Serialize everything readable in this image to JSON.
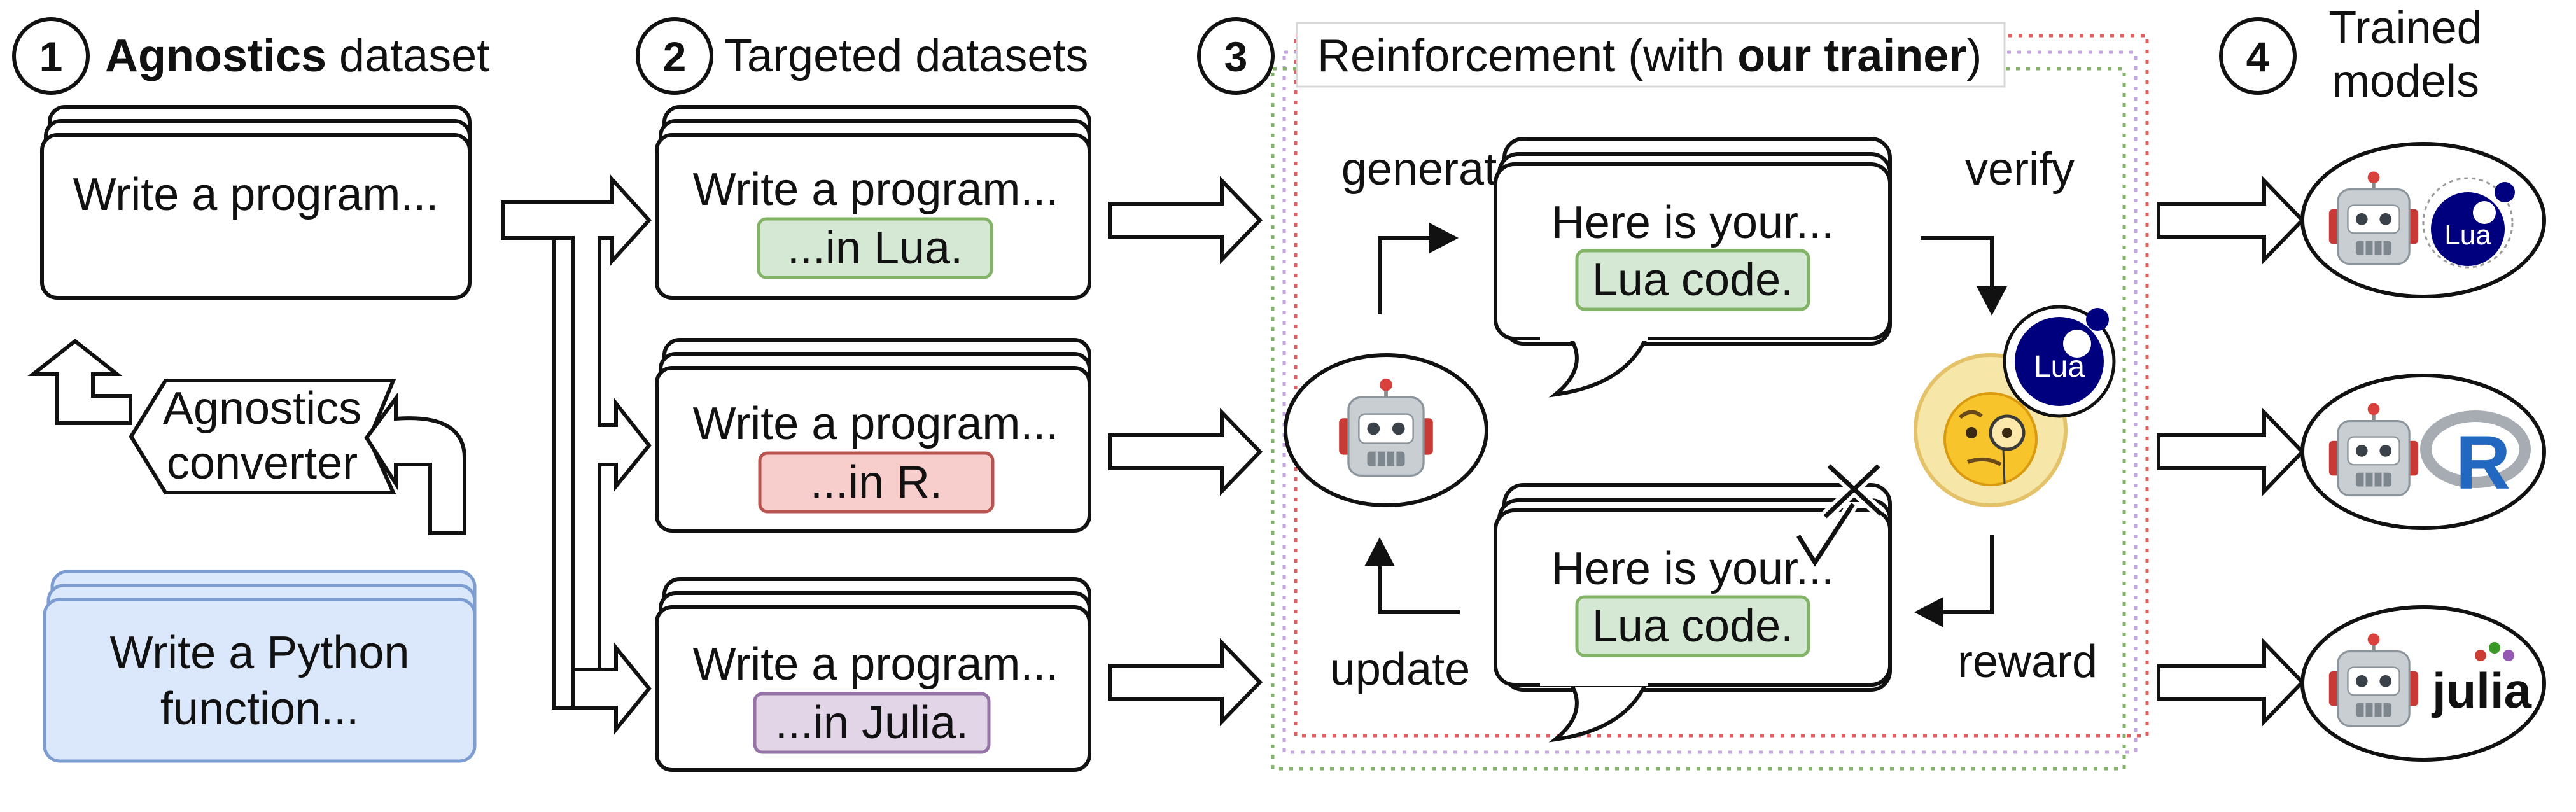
{
  "steps": [
    {
      "num": "1",
      "bold": "Agnostics",
      "rest": " dataset"
    },
    {
      "num": "2",
      "label": "Targeted datasets"
    },
    {
      "num": "3",
      "pre": "Reinforcement (with ",
      "bold": "our trainer",
      "post": ")"
    },
    {
      "num": "4",
      "line1": "Trained",
      "line2": "models"
    }
  ],
  "agnostics_card": {
    "text": "Write a program..."
  },
  "converter": {
    "line1": "Agnostics",
    "line2": "converter"
  },
  "python_card": {
    "line1": "Write a Python",
    "line2": "function..."
  },
  "targeted": [
    {
      "text": "Write a program...",
      "tag": "...in Lua.",
      "tag_fill": "#d5e8d4",
      "tag_stroke": "#82b366"
    },
    {
      "text": "Write a program...",
      "tag": "...in R.",
      "tag_fill": "#f8cecc",
      "tag_stroke": "#b85450"
    },
    {
      "text": "Write a program...",
      "tag": "...in Julia.",
      "tag_fill": "#e1d5e7",
      "tag_stroke": "#9673a6"
    }
  ],
  "loop": {
    "generate": "generate",
    "verify": "verify",
    "update": "update",
    "reward": "reward",
    "bubble_top": {
      "line1": "Here is your...",
      "code": "Lua code."
    },
    "bubble_bottom": {
      "line1": "Here is your...",
      "code": "Lua code."
    },
    "verifier_badge": "Lua",
    "check_marks": "✓ ✗"
  },
  "models": [
    {
      "logo": "Lua",
      "icon": "robot-icon"
    },
    {
      "logo": "R",
      "icon": "robot-icon"
    },
    {
      "logo": "julia",
      "icon": "robot-icon"
    }
  ],
  "colors": {
    "lua_blue": "#00007f",
    "r_blue": "#2268c0",
    "loop_green": "#82b366",
    "loop_purple": "#c3a6e0",
    "loop_red": "#e06060",
    "blue_card": "#dbe8fb"
  }
}
